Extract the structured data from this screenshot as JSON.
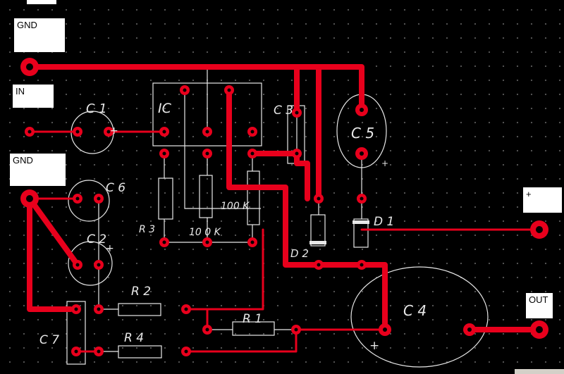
{
  "terminals": {
    "gnd_top": "GND",
    "in": "IN",
    "gnd_mid": "GND",
    "plus": "+",
    "out": "OUT"
  },
  "components": {
    "ic": "IC",
    "c1": "C 1",
    "c1_pol": "+",
    "c6": "C 6",
    "c2": "C 2",
    "c2_pol": "+",
    "c3": "C 3",
    "c5": "C 5",
    "c5_pol": "+",
    "c4": "C 4",
    "c4_pol": "+",
    "c7": "C 7",
    "r3": "R 3",
    "r10k": "10 0 K",
    "r100k": "100 K",
    "r2": "R 2",
    "r1": "R 1",
    "r4": "R 4",
    "d1": "D 1",
    "d2": "D 2"
  }
}
